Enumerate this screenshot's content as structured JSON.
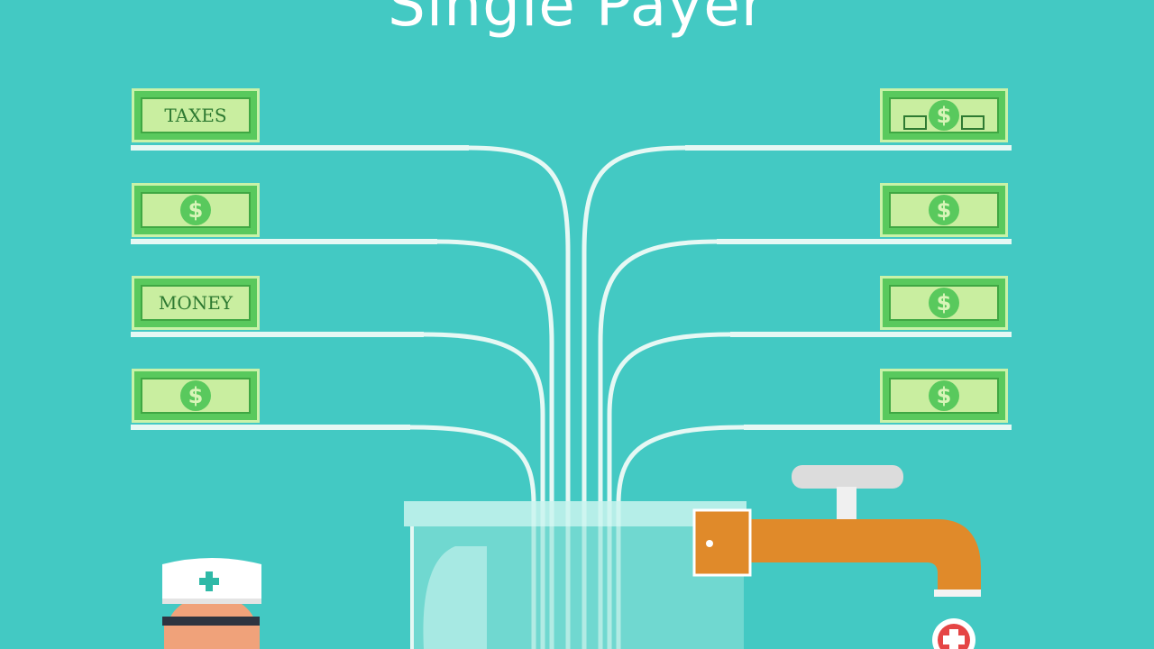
{
  "title": "Single Payer",
  "bills_left": [
    {
      "kind": "word",
      "text": "TAXES"
    },
    {
      "kind": "coin",
      "symbol": "$"
    },
    {
      "kind": "word",
      "text": "MONEY"
    },
    {
      "kind": "coin",
      "symbol": "$"
    }
  ],
  "bills_right": [
    {
      "kind": "coin-bar",
      "symbol": "$"
    },
    {
      "kind": "coin",
      "symbol": "$"
    },
    {
      "kind": "coin",
      "symbol": "$"
    },
    {
      "kind": "coin",
      "symbol": "$"
    }
  ],
  "colors": {
    "background": "#43c9c3",
    "bill_green": "#59c95d",
    "bill_light": "#c9eea0",
    "pipe": "#e6f8f4",
    "faucet": "#e08a2a",
    "tank": "#8fe3d8"
  },
  "icons": {
    "doctor": "doctor-icon",
    "medical_cross": "medical-cross-icon",
    "faucet": "faucet-icon",
    "tank": "tank-icon"
  }
}
